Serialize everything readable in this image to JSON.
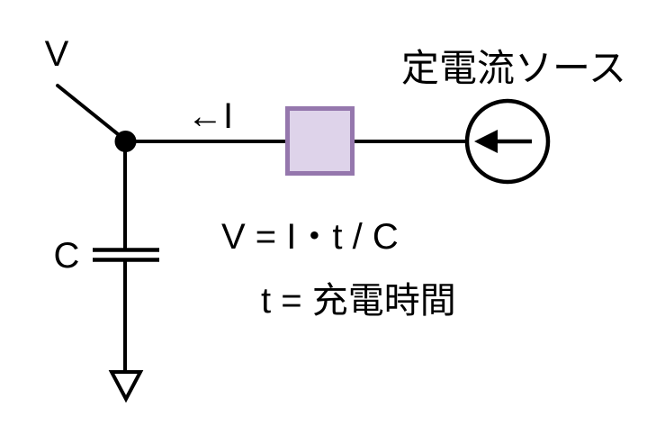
{
  "labels": {
    "node_voltage": "V",
    "current_direction": "←I",
    "current_source_title": "定電流ソース",
    "capacitor": "C"
  },
  "formulas": {
    "voltage": "V = I・t / C",
    "time": "t = 充電時間"
  },
  "colors": {
    "background": "#ffffff",
    "wire": "#000000",
    "text": "#000000",
    "node_dot": "#000000",
    "component_box_border": "#9577ad",
    "component_box_fill": "#ded3ea"
  }
}
